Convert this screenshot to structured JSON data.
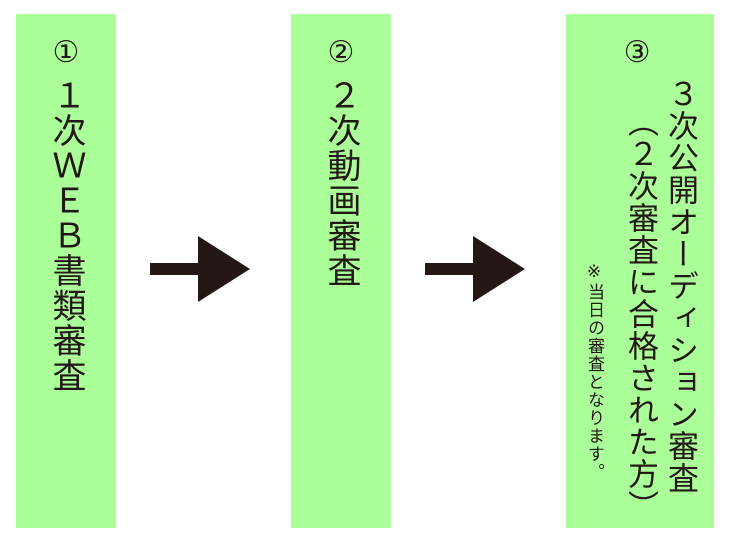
{
  "steps": [
    {
      "number": "①",
      "label": "１次ＷＥＢ書類審査"
    },
    {
      "number": "②",
      "label": "２次動画審査"
    },
    {
      "number": "③",
      "label": "３次公開オーディション審査",
      "sublabel": "（２次審査に合格された方）",
      "note": "※当日の審査となります。"
    }
  ],
  "colors": {
    "box_fill": "#aaff99",
    "text": "#231815",
    "arrow": "#231815"
  }
}
